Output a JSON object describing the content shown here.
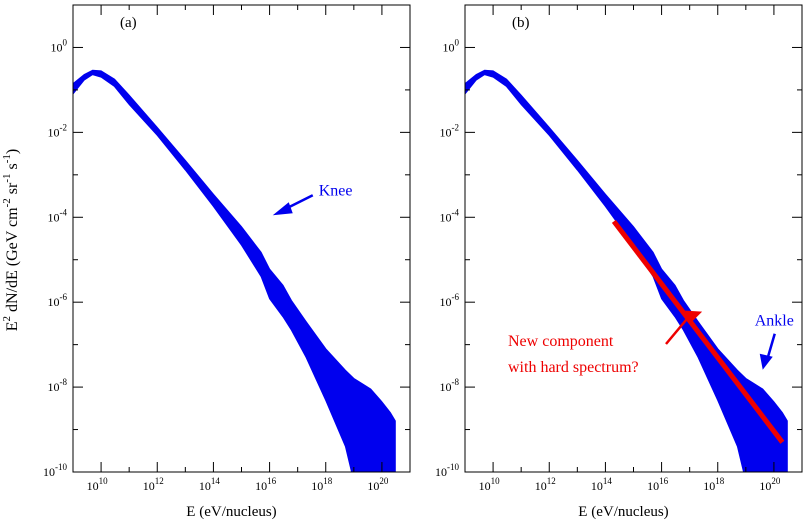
{
  "chart_data": [
    {
      "type": "area",
      "panel_label": "(a)",
      "xlabel": "E  (eV/nucleus)",
      "ylabel": "E2 dN/dE  (GeV cm-2 sr-1 s-1)",
      "x_scale": "log",
      "y_scale": "log",
      "xlim": [
        1000000000.0,
        1e+21
      ],
      "ylim": [
        1e-10,
        10
      ],
      "x_ticks": [
        {
          "value": 10000000000.0,
          "base": "10",
          "exp": "10"
        },
        {
          "value": 1000000000000.0,
          "base": "10",
          "exp": "12"
        },
        {
          "value": 100000000000000.0,
          "base": "10",
          "exp": "14"
        },
        {
          "value": 1e+16,
          "base": "10",
          "exp": "16"
        },
        {
          "value": 1e+18,
          "base": "10",
          "exp": "18"
        },
        {
          "value": 1e+20,
          "base": "10",
          "exp": "20"
        }
      ],
      "y_ticks": [
        {
          "value": 1,
          "base": "10",
          "exp": "0"
        },
        {
          "value": 0.01,
          "base": "10",
          "exp": "-2"
        },
        {
          "value": 0.0001,
          "base": "10",
          "exp": "-4"
        },
        {
          "value": 1e-06,
          "base": "10",
          "exp": "-6"
        },
        {
          "value": 1e-08,
          "base": "10",
          "exp": "-8"
        },
        {
          "value": 1e-10,
          "base": "10",
          "exp": "-10"
        }
      ],
      "band": {
        "color": "#0000ee",
        "x": [
          500000000.0,
          1000000000.0,
          2500000000.0,
          5000000000.0,
          10000000000.0,
          30000000000.0,
          100000000000.0,
          1000000000000.0,
          10000000000000.0,
          100000000000000.0,
          1000000000000000.0,
          5000000000000000.0,
          1e+16,
          3e+16,
          6e+16,
          2e+17,
          1e+18,
          5e+18,
          1e+19,
          4e+19,
          1e+20,
          2e+20,
          3e+20
        ],
        "lower": [
          0.06,
          0.08,
          0.17,
          0.23,
          0.2,
          0.12,
          0.045,
          0.0085,
          0.0013,
          0.00018,
          2.2e-05,
          4e-06,
          1.2e-06,
          4.5e-07,
          2.2e-07,
          5e-08,
          4.8e-09,
          4e-10,
          6e-11,
          1.2e-11,
          1e-11,
          1e-11,
          1e-11
        ],
        "upper": [
          0.12,
          0.14,
          0.23,
          0.29,
          0.28,
          0.18,
          0.075,
          0.013,
          0.0022,
          0.00035,
          6e-05,
          1.5e-05,
          6e-06,
          2.5e-06,
          1.1e-06,
          3.5e-07,
          8e-08,
          2.5e-08,
          1.6e-08,
          9e-09,
          4.5e-09,
          2.5e-09,
          1.6e-09
        ]
      },
      "annotations": [
        {
          "text": "Knee",
          "color": "#0000ee",
          "x": 1.1e+16,
          "y": 0.0001
        }
      ]
    },
    {
      "type": "area",
      "panel_label": "(b)",
      "xlabel": "E  (eV/nucleus)",
      "x_scale": "log",
      "y_scale": "log",
      "xlim": [
        1000000000.0,
        1e+21
      ],
      "ylim": [
        1e-10,
        10
      ],
      "x_ticks": [
        {
          "value": 10000000000.0,
          "base": "10",
          "exp": "10"
        },
        {
          "value": 1000000000000.0,
          "base": "10",
          "exp": "12"
        },
        {
          "value": 100000000000000.0,
          "base": "10",
          "exp": "14"
        },
        {
          "value": 1e+16,
          "base": "10",
          "exp": "16"
        },
        {
          "value": 1e+18,
          "base": "10",
          "exp": "18"
        },
        {
          "value": 1e+20,
          "base": "10",
          "exp": "20"
        }
      ],
      "y_ticks": [
        {
          "value": 1,
          "base": "10",
          "exp": "0"
        },
        {
          "value": 0.01,
          "base": "10",
          "exp": "-2"
        },
        {
          "value": 0.0001,
          "base": "10",
          "exp": "-4"
        },
        {
          "value": 1e-06,
          "base": "10",
          "exp": "-6"
        },
        {
          "value": 1e-08,
          "base": "10",
          "exp": "-8"
        },
        {
          "value": 1e-10,
          "base": "10",
          "exp": "-10"
        }
      ],
      "band": {
        "color": "#0000ee",
        "x": [
          500000000.0,
          1000000000.0,
          2500000000.0,
          5000000000.0,
          10000000000.0,
          30000000000.0,
          100000000000.0,
          1000000000000.0,
          10000000000000.0,
          100000000000000.0,
          1000000000000000.0,
          5000000000000000.0,
          1e+16,
          3e+16,
          6e+16,
          2e+17,
          1e+18,
          5e+18,
          1e+19,
          4e+19,
          1e+20,
          2e+20,
          3e+20
        ],
        "lower": [
          0.06,
          0.08,
          0.17,
          0.23,
          0.2,
          0.12,
          0.045,
          0.0085,
          0.0013,
          0.00018,
          2.2e-05,
          4e-06,
          1.2e-06,
          4.5e-07,
          2.2e-07,
          5e-08,
          4.8e-09,
          4e-10,
          6e-11,
          1.2e-11,
          1e-11,
          1e-11,
          1e-11
        ],
        "upper": [
          0.12,
          0.14,
          0.23,
          0.29,
          0.28,
          0.18,
          0.075,
          0.013,
          0.0022,
          0.00035,
          6e-05,
          1.5e-05,
          6e-06,
          2.5e-06,
          1.1e-06,
          3.5e-07,
          8e-08,
          2.5e-08,
          1.6e-08,
          9e-09,
          4.5e-09,
          2.5e-09,
          1.6e-09
        ]
      },
      "line": {
        "color": "#ee0000",
        "x": [
          200000000000000.0,
          2e+20
        ],
        "y": [
          8e-05,
          5e-10
        ]
      },
      "annotations": [
        {
          "text": "Ankle",
          "color": "#0000ee",
          "x": 4e+19,
          "y": 2.3e-08
        },
        {
          "text": "New component",
          "color": "#ee0000",
          "x": 2e+17,
          "y": 6e-07
        },
        {
          "text": "with hard spectrum?",
          "color": "#ee0000",
          "x": 2e+17,
          "y": 6e-07
        }
      ]
    }
  ]
}
